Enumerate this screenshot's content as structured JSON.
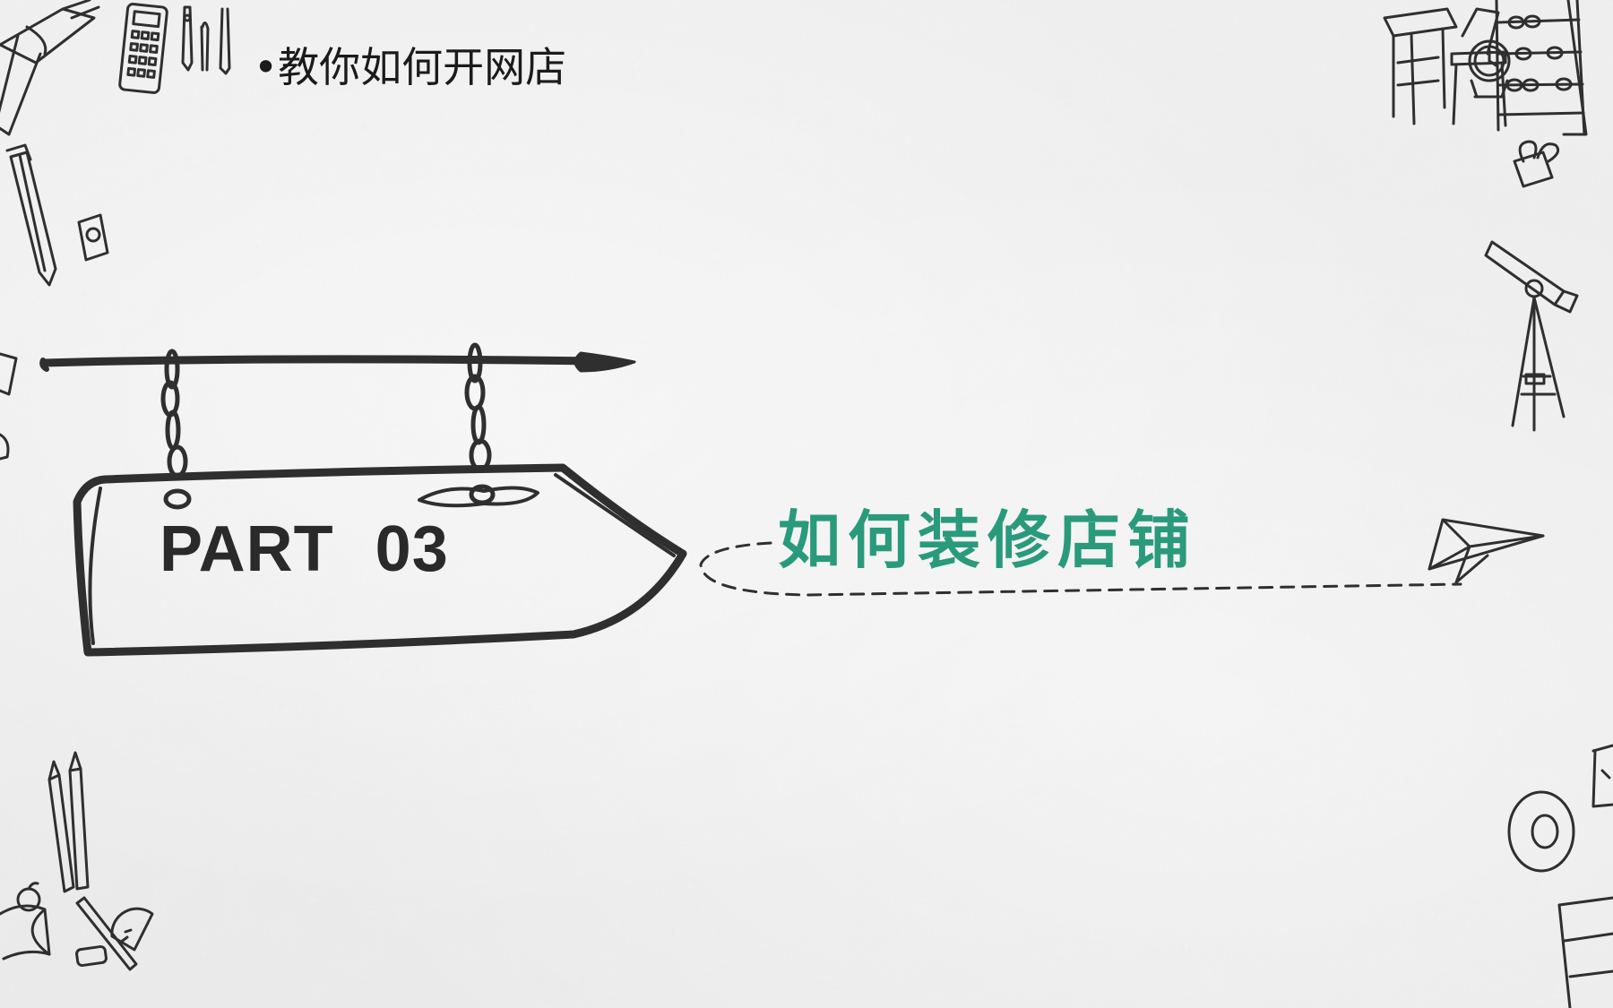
{
  "slide": {
    "bullet_title": "•教你如何开网店",
    "part_word": "PART",
    "part_number": "03",
    "section_title": "如何装修店铺"
  },
  "colors": {
    "background": "#ececec",
    "ink": "#2a2a2a",
    "accent_green": "#2a9a7c"
  },
  "icons": [
    "sketchbook-icon",
    "calculator-icon",
    "pen-nibs-icon",
    "pencil-icon",
    "sharpener-icon",
    "desk-chair-icon",
    "clock-icon",
    "abacus-icon",
    "binder-clip-icon",
    "telescope-icon",
    "pencils-icon",
    "apple-books-icon",
    "ruler-protractor-icon",
    "eraser-icon",
    "tape-roll-icon",
    "book-icon",
    "hanging-sign-icon",
    "paper-plane-icon"
  ]
}
